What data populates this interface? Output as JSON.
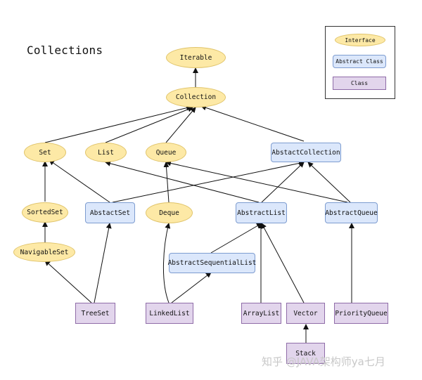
{
  "title": "Collections",
  "legend": {
    "interface": "Interface",
    "abstract_class": "Abstract Class",
    "class": "Class"
  },
  "nodes": {
    "iterable": "Iterable",
    "collection": "Collection",
    "set": "Set",
    "list": "List",
    "queue": "Queue",
    "abstract_collection": "AbstactCollection",
    "sorted_set": "SortedSet",
    "abstract_set": "AbstactSet",
    "deque": "Deque",
    "abstract_list": "AbstractList",
    "abstract_queue": "AbstractQueue",
    "navigable_set": "NavigableSet",
    "abstract_sequential_list": "AbstractSequentialList",
    "tree_set": "TreeSet",
    "linked_list": "LinkedList",
    "array_list": "ArrayList",
    "vector": "Vector",
    "priority_queue": "PriorityQueue",
    "stack": "Stack"
  },
  "watermark": "知乎 @JAVA架构师ya七月"
}
